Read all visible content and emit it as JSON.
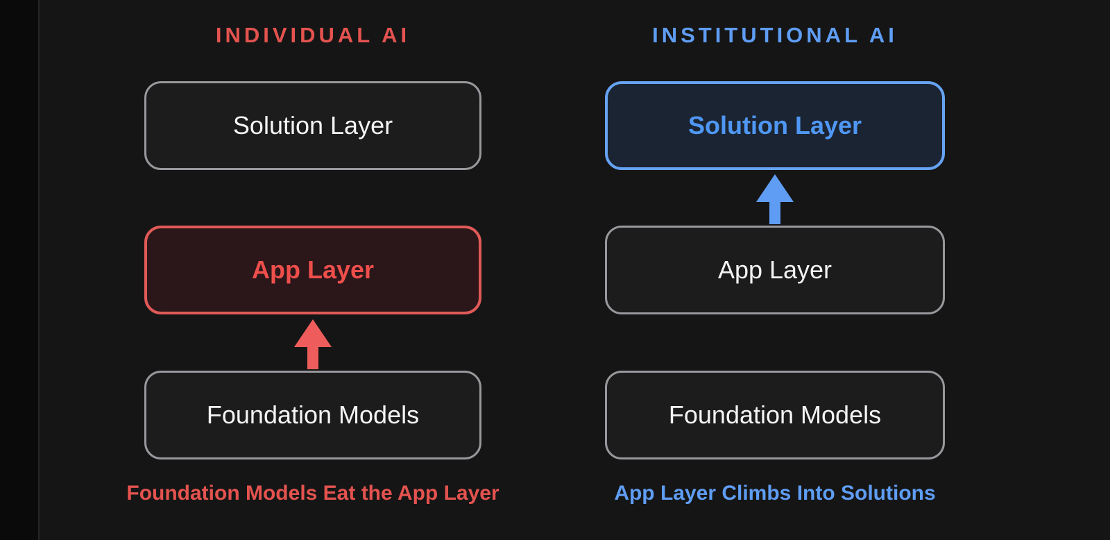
{
  "colors": {
    "background": "#151515",
    "edge_strip": "#0a0a0a",
    "red_accent": "#e4534f",
    "red_arrow": "#ee5d5b",
    "red_box_border": "#e05a57",
    "red_box_bg": "#2b161a",
    "red_box_text": "#ee4f4b",
    "blue_accent": "#5f9df4",
    "blue_arrow": "#5f9df4",
    "blue_box_border": "#66a3f3",
    "blue_box_bg": "#1b2432",
    "blue_box_text": "#4f97f4",
    "gray_box_border": "#98989c",
    "gray_box_bg": "#1c1c1d",
    "white_text": "#f4f4f5"
  },
  "columns": [
    {
      "heading": "INDIVIDUAL AI",
      "boxes": [
        {
          "label": "Solution Layer"
        },
        {
          "label": "App Layer"
        },
        {
          "label": "Foundation Models"
        }
      ],
      "arrow_direction": "up",
      "caption": "Foundation Models Eat the App Layer"
    },
    {
      "heading": "INSTITUTIONAL AI",
      "boxes": [
        {
          "label": "Solution Layer"
        },
        {
          "label": "App Layer"
        },
        {
          "label": "Foundation Models"
        }
      ],
      "arrow_direction": "up",
      "caption": "App Layer Climbs Into Solutions"
    }
  ]
}
